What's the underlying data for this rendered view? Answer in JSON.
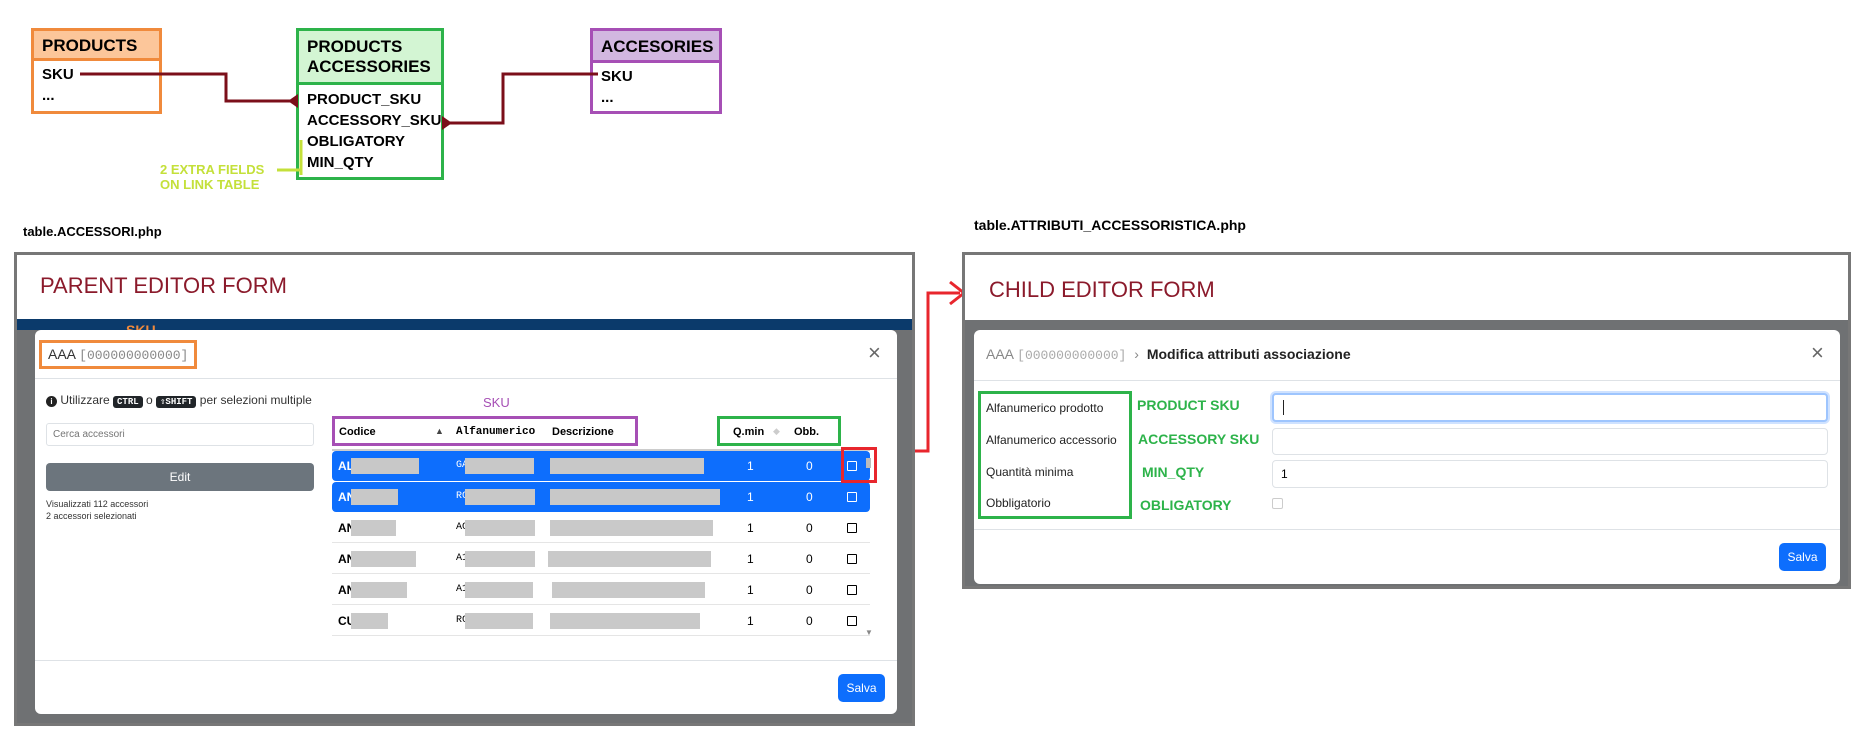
{
  "er_diagram": {
    "products": {
      "title": "PRODUCTS",
      "rows": [
        "SKU",
        "..."
      ]
    },
    "products_accessories": {
      "title_line1": "PRODUCTS",
      "title_line2": "ACCESSORIES",
      "rows": [
        "PRODUCT_SKU",
        "ACCESSORY_SKU",
        "OBLIGATORY",
        "MIN_QTY"
      ]
    },
    "accessories": {
      "title": "ACCESORIES",
      "rows": [
        "SKU",
        "..."
      ]
    },
    "note_line1": "2 EXTRA FIELDS",
    "note_line2": "ON LINK TABLE"
  },
  "parent": {
    "file_caption": "table.ACCESSORI.php",
    "form_title": "PARENT EDITOR FORM",
    "sku_annotation": "SKU",
    "modal": {
      "title_code": "AAA",
      "title_sku": "[000000000000]",
      "close_glyph": "×",
      "info_prefix": "Utilizzare",
      "key_ctrl": "CTRL",
      "info_or": "o",
      "key_shift": "⇧SHIFT",
      "info_suffix": "per selezioni multiple",
      "search_placeholder": "Cerca accessori",
      "edit_label": "Edit",
      "status_shown": "Visualizzati 112 accessori",
      "status_selected": "2 accessori selezionati",
      "save_label": "Salva"
    },
    "table": {
      "sku_annotation": "SKU",
      "headers": {
        "codice": "Codice",
        "alfanumerico": "Alfanumerico",
        "descrizione": "Descrizione",
        "qmin": "Q.min",
        "obb": "Obb."
      },
      "rows": [
        {
          "code": "AL",
          "alfa": "GA",
          "qmin": "1",
          "obb": "0",
          "selected": true
        },
        {
          "code": "AN",
          "alfa": "RC",
          "qmin": "1",
          "obb": "0",
          "selected": true
        },
        {
          "code": "AN",
          "alfa": "AC",
          "qmin": "1",
          "obb": "0",
          "selected": false
        },
        {
          "code": "AN",
          "alfa": "A1",
          "qmin": "1",
          "obb": "0",
          "selected": false
        },
        {
          "code": "AN",
          "alfa": "A1",
          "qmin": "1",
          "obb": "0",
          "selected": false
        },
        {
          "code": "CU",
          "alfa": "RC",
          "qmin": "1",
          "obb": "0",
          "selected": false
        }
      ]
    }
  },
  "child": {
    "file_caption": "table.ATTRIBUTI_ACCESSORISTICA.php",
    "form_title": "CHILD EDITOR FORM",
    "modal": {
      "crumb_code": "AAA",
      "crumb_sku": "[000000000000]",
      "crumb_sep": "›",
      "crumb_title": "Modifica attributi associazione",
      "close_glyph": "×",
      "fields": [
        {
          "label": "Alfanumerico prodotto",
          "annotation": "PRODUCT SKU",
          "value": ""
        },
        {
          "label": "Alfanumerico accessorio",
          "annotation": "ACCESSORY SKU",
          "value": ""
        },
        {
          "label": "Quantità minima",
          "annotation": "MIN_QTY",
          "value": "1"
        },
        {
          "label": "Obbligatorio",
          "annotation": "OBLIGATORY",
          "value": ""
        }
      ],
      "save_label": "Salva"
    }
  },
  "colors": {
    "orange": "#f08a3c",
    "green": "#2db34a",
    "purple": "#a64fb5",
    "dark_red": "#7b0f1a",
    "red": "#e8262d",
    "lime": "#c4e03a",
    "primary": "#0d6efd"
  }
}
